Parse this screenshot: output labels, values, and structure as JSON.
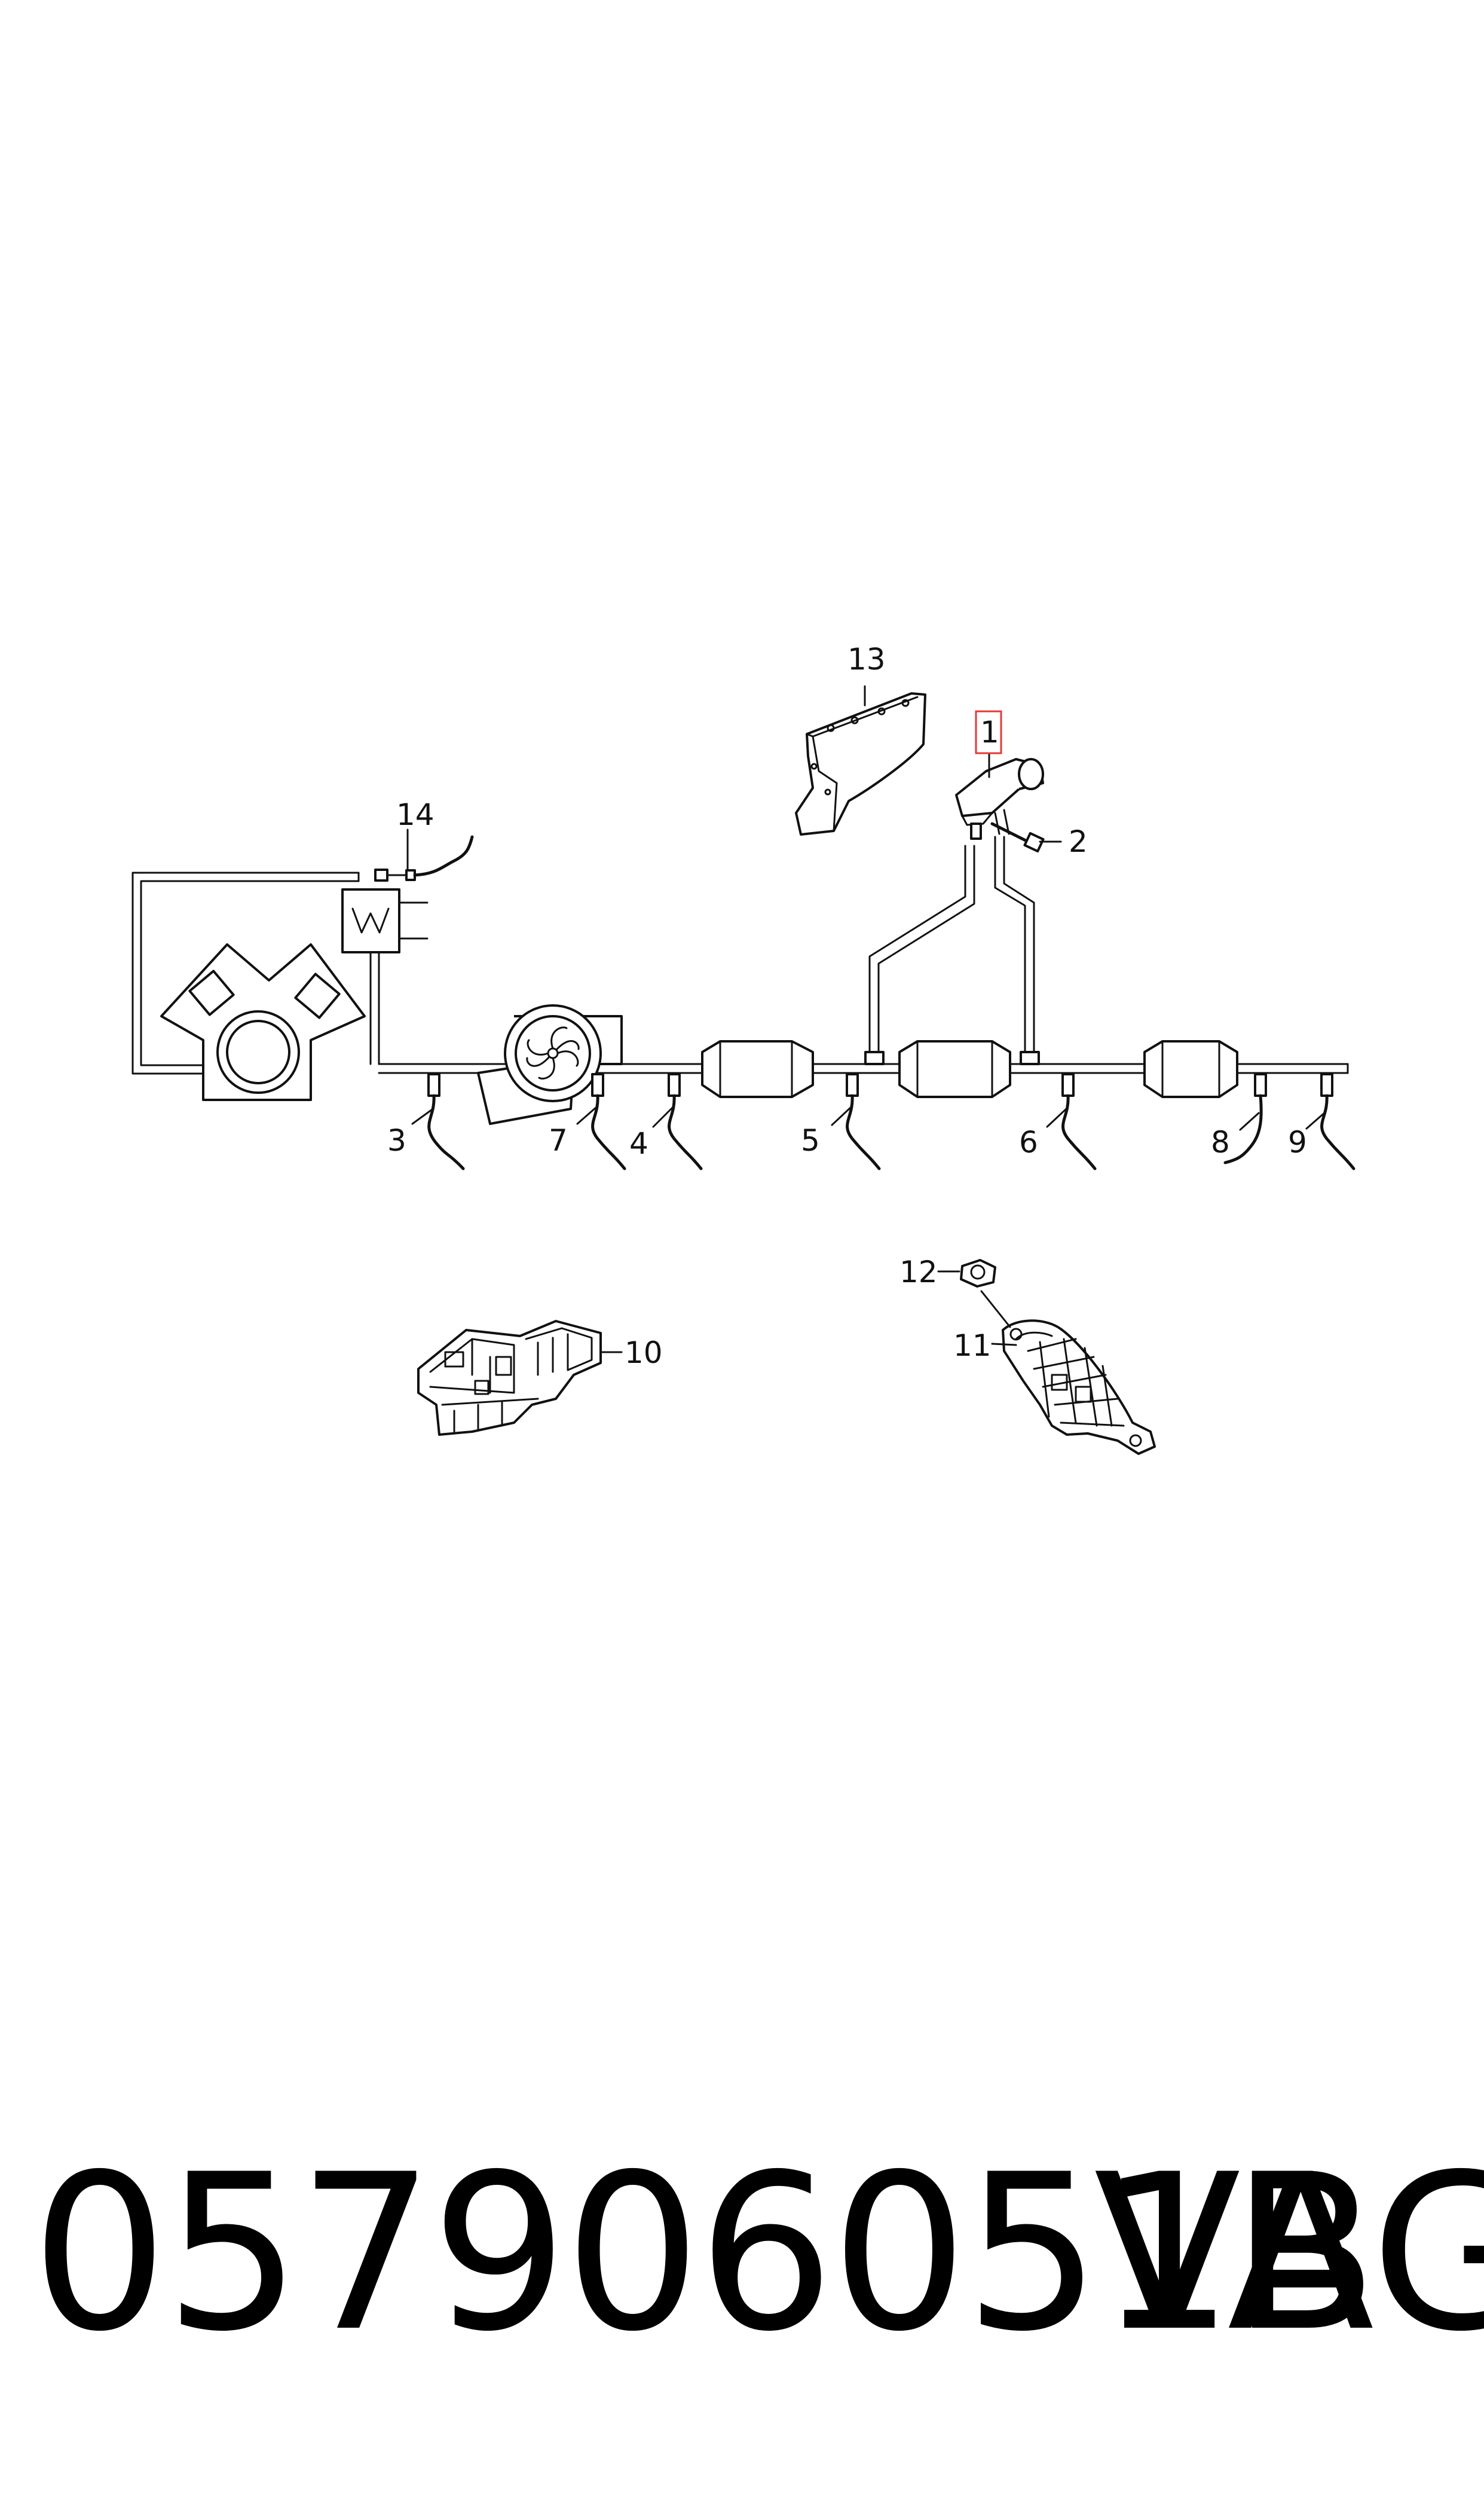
{
  "callouts": {
    "c1": "1",
    "c2": "2",
    "c3": "3",
    "c4": "4",
    "c5": "5",
    "c6": "6",
    "c7": "7",
    "c8": "8",
    "c9": "9",
    "c10": "10",
    "c11": "11",
    "c12": "12",
    "c13": "13",
    "c14": "14"
  },
  "highlight": {
    "callout": "1",
    "color": "#e53935"
  },
  "colors": {
    "line": "#111111",
    "background": "#ffffff"
  },
  "footer": {
    "part_number": "057906051B",
    "brand": "VAG"
  }
}
